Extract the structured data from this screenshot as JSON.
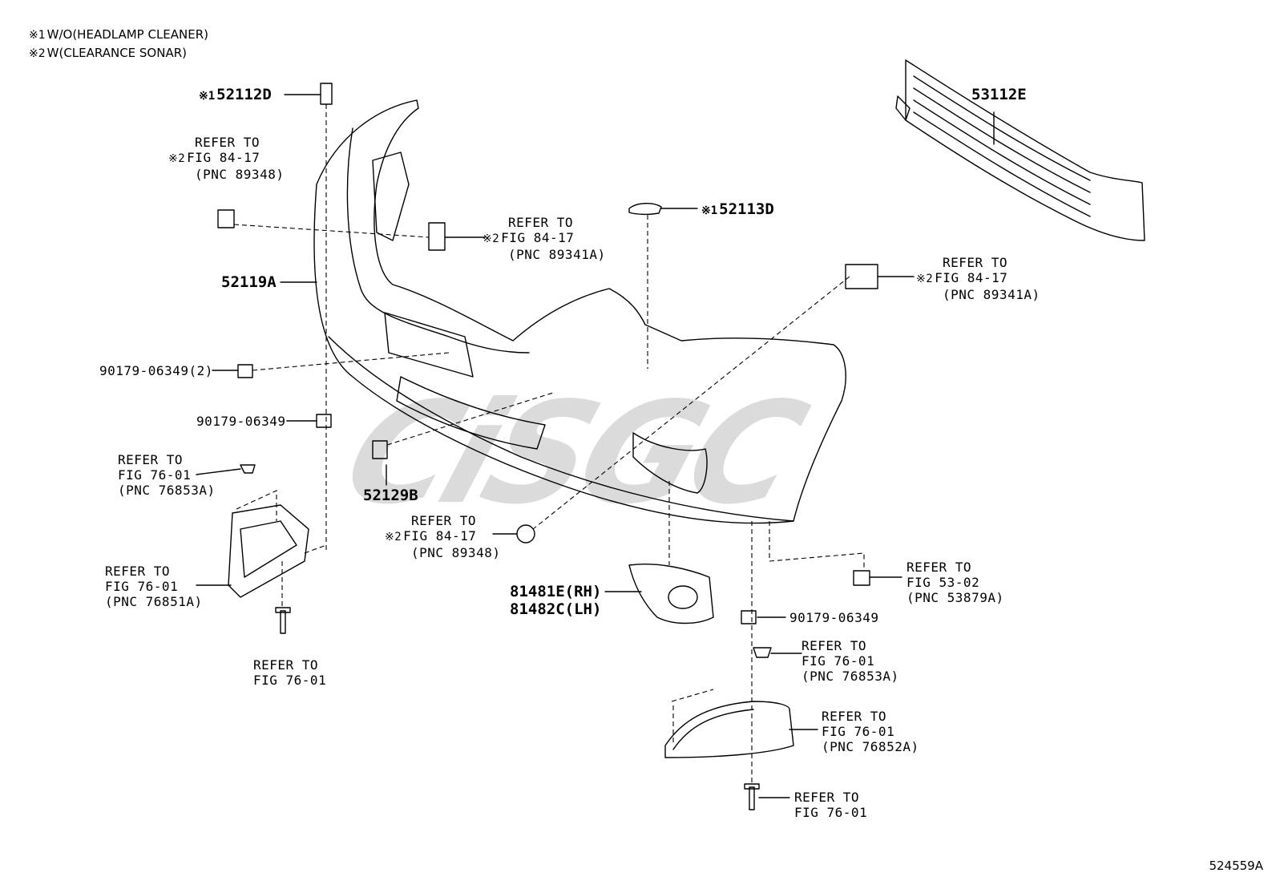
{
  "notes": [
    {
      "mark": "※1",
      "text": "W/O(HEADLAMP CLEANER)"
    },
    {
      "mark": "※2",
      "text": "W(CLEARANCE SONAR)"
    }
  ],
  "parts": {
    "p52112D": {
      "mark": "※1",
      "num": "52112D"
    },
    "p52113D": {
      "mark": "※1",
      "num": "52113D"
    },
    "p53112E": "53112E",
    "p52119A": "52119A",
    "p52129B": "52129B",
    "p81481E": "81481E(RH)",
    "p81482C": "81482C(LH)",
    "clip1": "90179-06349(2)",
    "clip2": "90179-06349",
    "clip3": "90179-06349"
  },
  "refers": {
    "r1": {
      "mark": "※2",
      "lines": [
        "REFER TO",
        "FIG 84-17",
        "(PNC 89348)"
      ]
    },
    "r2": {
      "mark": "※2",
      "lines": [
        "REFER TO",
        "FIG 84-17",
        "(PNC 89341A)"
      ]
    },
    "r3": {
      "mark": "※2",
      "lines": [
        "REFER TO",
        "FIG 84-17",
        "(PNC 89341A)"
      ]
    },
    "r4": {
      "lines": [
        "REFER TO",
        "FIG 76-01",
        "(PNC 76853A)"
      ]
    },
    "r5": {
      "lines": [
        "REFER TO",
        "FIG 76-01",
        "(PNC 76851A)"
      ]
    },
    "r6": {
      "lines": [
        "REFER TO",
        "FIG 76-01"
      ]
    },
    "r7": {
      "mark": "※2",
      "lines": [
        "REFER TO",
        "FIG 84-17",
        "(PNC 89348)"
      ]
    },
    "r8": {
      "lines": [
        "REFER TO",
        "FIG 53-02",
        "(PNC 53879A)"
      ]
    },
    "r9": {
      "lines": [
        "REFER TO",
        "FIG 76-01",
        "(PNC 76853A)"
      ]
    },
    "r10": {
      "lines": [
        "REFER TO",
        "FIG 76-01",
        "(PNC 76852A)"
      ]
    },
    "r11": {
      "lines": [
        "REFER TO",
        "FIG 76-01"
      ]
    }
  },
  "watermark": "CiSGC",
  "figure_number": "524559A"
}
